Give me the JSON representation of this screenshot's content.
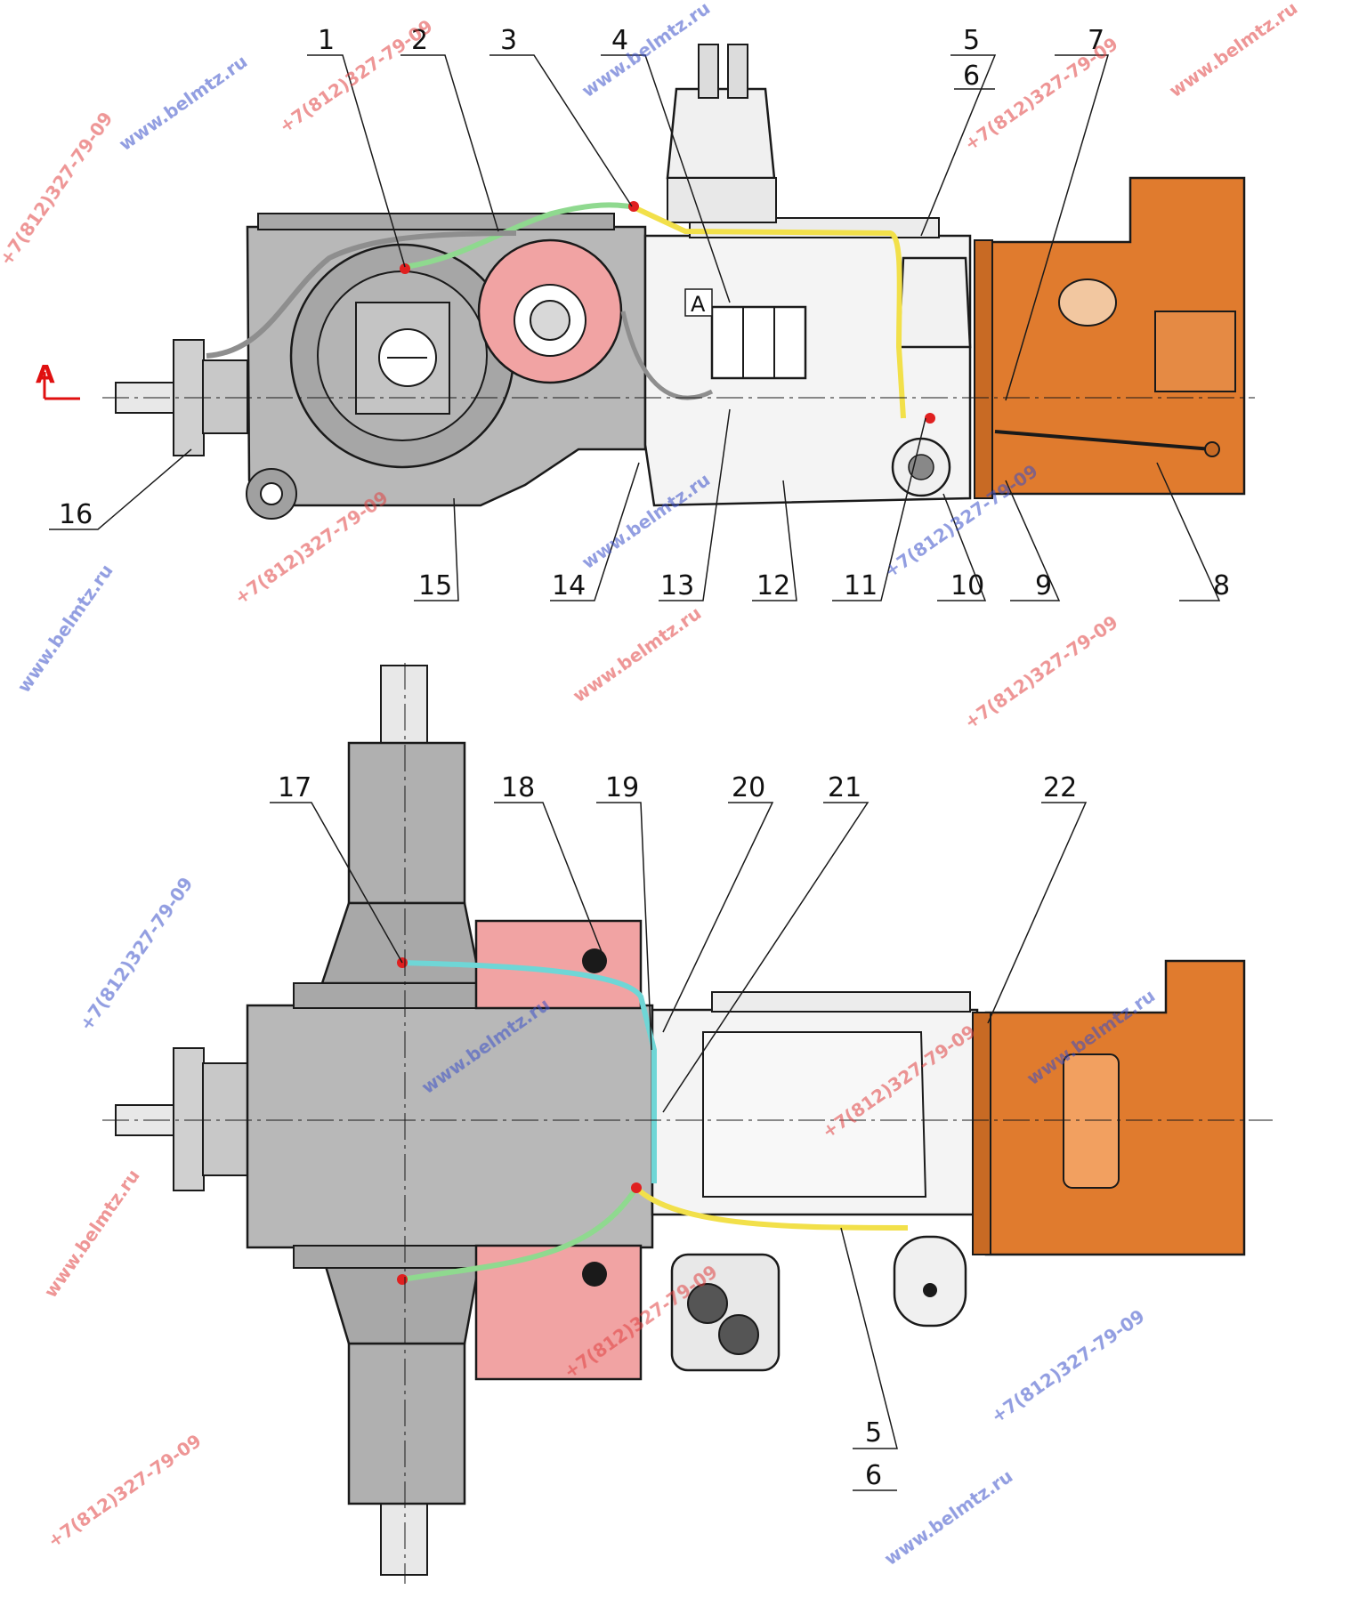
{
  "watermarks": {
    "site": "www.belmtz.ru",
    "phone": "+7(812)327-79-09"
  },
  "section_marker": {
    "letter": "A",
    "color": "#e01010"
  },
  "view_marker": {
    "letter": "A"
  },
  "colors": {
    "housing_gray": "#b8b8b8",
    "housing_dark": "#8e8e8e",
    "orange_housing": "#e07b2e",
    "pink_housing": "#f1a3a3",
    "hydraulic_line_green": "#8fd98f",
    "hydraulic_line_yellow": "#f2e04a",
    "hydraulic_line_cyan": "#6fd6d6",
    "line_ink": "#1a1a1a",
    "fitting_red": "#e02020"
  },
  "callouts": {
    "top": [
      "1",
      "2",
      "3",
      "4",
      "5",
      "6",
      "7",
      "8",
      "9",
      "10",
      "11",
      "12",
      "13",
      "14",
      "15",
      "16"
    ],
    "bottom": [
      "17",
      "18",
      "19",
      "20",
      "21",
      "22",
      "5",
      "6"
    ]
  }
}
